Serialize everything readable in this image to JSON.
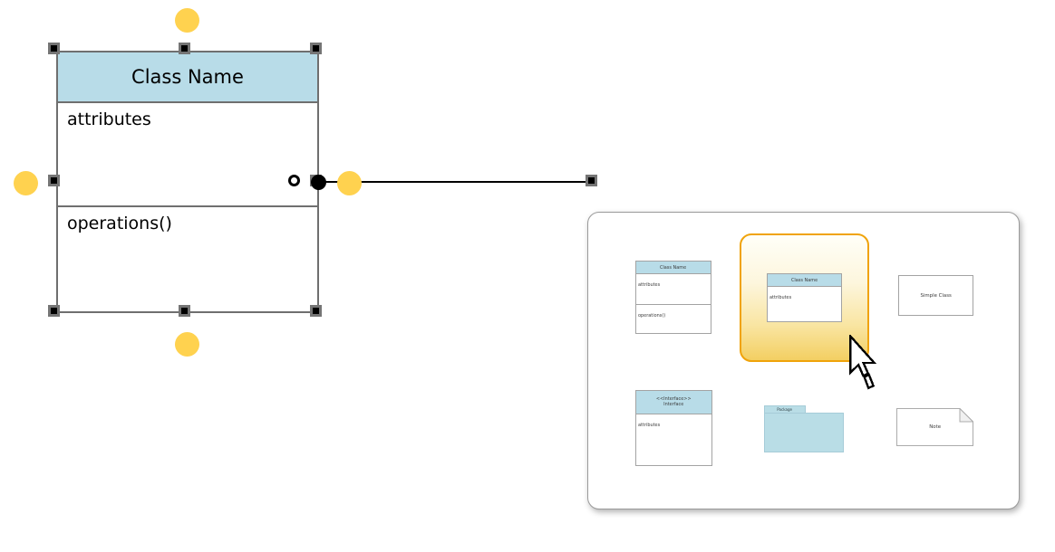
{
  "canvas": {
    "class_shape": {
      "title": "Class Name",
      "attributes": "attributes",
      "operations": "operations()"
    }
  },
  "picker": {
    "items": [
      {
        "kind": "class",
        "title": "Class Name",
        "attributes": "attributes",
        "operations": "operations()"
      },
      {
        "kind": "class_hovered",
        "title": "Class Name",
        "attributes": "attributes"
      },
      {
        "kind": "simple_class",
        "label": "Simple Class"
      },
      {
        "kind": "interface",
        "stereotype": "<<Interface>>",
        "title": "Interface",
        "attributes": "attributes"
      },
      {
        "kind": "package",
        "label": "Package"
      },
      {
        "kind": "note",
        "label": "Note"
      }
    ]
  },
  "colors": {
    "class_header_fill": "#b8dce8",
    "shape_border": "#6f6f6f",
    "handle_fill": "#000000",
    "handle_border": "#757575",
    "accent_dot": "#ffd24f",
    "edge_color": "#000000",
    "panel_border": "#9a9a9a",
    "highlight_border": "#f0a30a",
    "preview_border": "#a3a3a3",
    "package_fill": "#b9dde6"
  }
}
